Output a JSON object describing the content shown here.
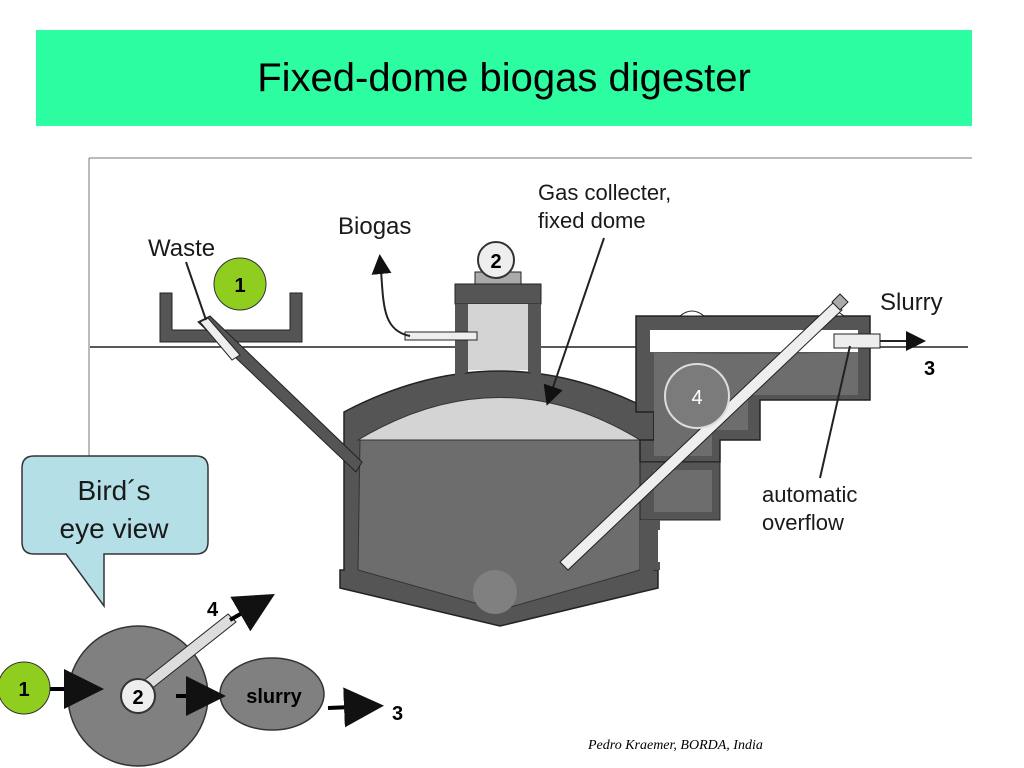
{
  "slide": {
    "title": "Fixed-dome biogas digester",
    "credit": "Pedro Kraemer, BORDA, India",
    "title_bar_color": "#2dfda1"
  },
  "diagram": {
    "labels": {
      "waste": "Waste",
      "biogas": "Biogas",
      "gas_collector_line1": "Gas collecter,",
      "gas_collector_line2": "fixed dome",
      "slurry": "Slurry",
      "overflow_line1": "automatic",
      "overflow_line2": "overflow"
    },
    "markers": {
      "inlet": "1",
      "dome": "2",
      "outlet": "3",
      "compensation": "4"
    },
    "callout": {
      "line1": "Bird´s",
      "line2": "eye view"
    },
    "birds_eye": {
      "inlet": "1",
      "digester": "2",
      "slurry": "slurry",
      "outlet": "3",
      "pipe": "4"
    },
    "colors": {
      "wall": "#555555",
      "slurry": "#6d6d6d",
      "gas": "#d4d4d4",
      "marker_green": "#8fce1f",
      "callout_fill": "#b4dfe6",
      "birds_eye_fill": "#808080"
    }
  }
}
